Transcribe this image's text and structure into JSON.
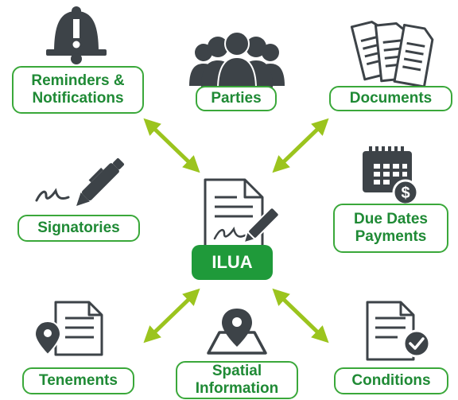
{
  "center": {
    "label": "ILUA",
    "icon": "signed-document-icon"
  },
  "nodes": [
    {
      "id": "reminders",
      "label": "Reminders &\nNotifications",
      "icon": "alarm-bell-icon"
    },
    {
      "id": "parties",
      "label": "Parties",
      "icon": "people-group-icon"
    },
    {
      "id": "documents",
      "label": "Documents",
      "icon": "documents-stack-icon"
    },
    {
      "id": "signatories",
      "label": "Signatories",
      "icon": "pen-signature-icon"
    },
    {
      "id": "due-dates",
      "label": "Due Dates\nPayments",
      "icon": "calendar-dollar-icon"
    },
    {
      "id": "tenements",
      "label": "Tenements",
      "icon": "document-location-icon"
    },
    {
      "id": "spatial",
      "label": "Spatial\nInformation",
      "icon": "map-pin-icon"
    },
    {
      "id": "conditions",
      "label": "Conditions",
      "icon": "document-check-icon"
    }
  ],
  "colors": {
    "accent": "#1f9a3a",
    "border": "#3aa83a",
    "arrow": "#9bc41e",
    "icon": "#3d4348"
  }
}
